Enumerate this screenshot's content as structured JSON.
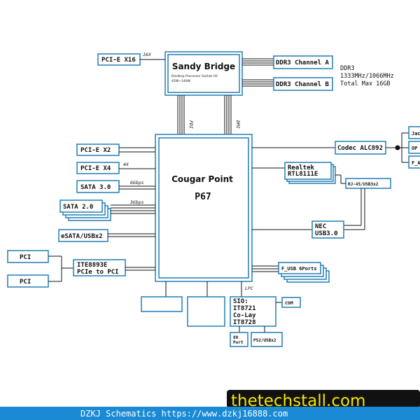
{
  "cpu": {
    "title": "Sandy Bridge",
    "subtitle": "Desktop Processor Socket H2",
    "note": "45W~140W"
  },
  "pch": {
    "title": "Cougar Point",
    "model": "P67"
  },
  "ddr": {
    "channel_a": "DDR3 Channel A",
    "channel_b": "DDR3 Channel B",
    "info_1": "DDR3",
    "info_2": "1333MHz/1066MHz",
    "info_3": "Total Max 16GB"
  },
  "links": {
    "fdi": "FDI",
    "dmi": "DMI",
    "x16": "16X",
    "x4": "4X",
    "sata6": "6Gbps",
    "sata3": "3Gbps",
    "lpc": "LPC"
  },
  "left": {
    "pcie_x16": "PCI-E X16",
    "pcie_x2": "PCI-E X2",
    "pcie_x4": "PCI-E X4",
    "sata3": "SATA 3.0",
    "sata2": "SATA 2.0",
    "esata": "eSATA/USBx2",
    "pci_1": "PCI",
    "pci_2": "PCI",
    "ite_1": "ITE8893E",
    "ite_2": "PCIe to PCI"
  },
  "right": {
    "codec": "Codec ALC892",
    "audio_1": "Jac",
    "audio_2": "OP",
    "audio_3": "F_A",
    "lan_1": "Realtek",
    "lan_2": "RTL8111E",
    "rj45": "RJ-45/USB3x2",
    "nec_1": "NEC",
    "nec_2": "USB3.0",
    "fusb": "F_USB 6Ports"
  },
  "sio": {
    "line1": "SIO:",
    "line2": "IT8721",
    "line3": "Co-Lay",
    "line4": "IT8728",
    "com": "COM",
    "p80_1": "80",
    "p80_2": "Port",
    "ps2": "PS2/USBx2"
  },
  "watermark": "thetechstall.com",
  "footer": "DZKJ Schematics https://www.dzkj16888.com"
}
